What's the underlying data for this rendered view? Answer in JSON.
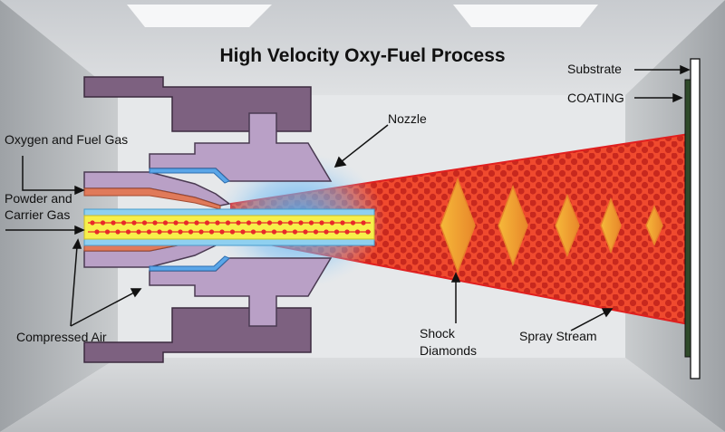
{
  "title": "High Velocity Oxy-Fuel Process",
  "labels": {
    "substrate": "Substrate",
    "coating": "COATING",
    "nozzle": "Nozzle",
    "oxygen_fuel": "Oxygen and Fuel Gas",
    "powder_1": "Powder and",
    "powder_2": "Carrier Gas",
    "compressed_air": "Compressed Air",
    "shock_1": "Shock",
    "shock_2": "Diamonds",
    "spray_stream": "Spray Stream"
  },
  "colors": {
    "wall": "#e4e6e8",
    "outer_body": "#7d6180",
    "nozzle_body": "#b9a0c6",
    "gas_channel": "#e07a5a",
    "powder_band": "#f7ef4a",
    "particles": "#e8292a",
    "spray": "#f04a2e",
    "shock": "#f5a623",
    "coating": "#2f4a2a",
    "flame_glow": "#4aa8f0"
  }
}
